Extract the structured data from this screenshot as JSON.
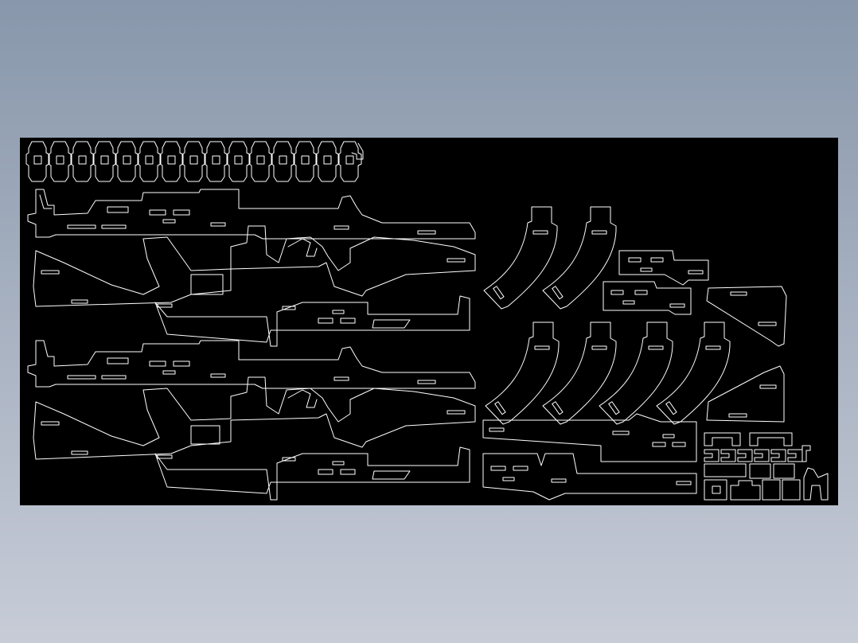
{
  "view": {
    "background_top": "#8897ab",
    "background_bottom": "#c7ccd7",
    "sheet_color": "#000000",
    "line_color": "#ffffff"
  },
  "drawing": {
    "parts": [
      "chain-links-row",
      "rifle-body-upper",
      "rifle-stock-upper",
      "rifle-body-lower",
      "rifle-stock-lower",
      "magazine-curved",
      "receiver-plate",
      "buttstock-triangle",
      "handguard-bar",
      "small-fittings"
    ]
  }
}
